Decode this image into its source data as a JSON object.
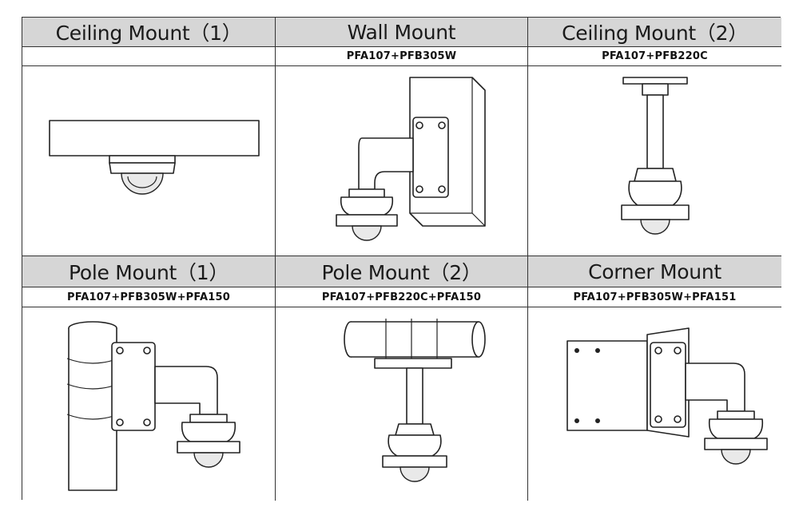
{
  "cells": [
    {
      "title": "Ceiling Mount（1）",
      "model": "",
      "image": "ceiling-mount-1-drawing"
    },
    {
      "title": "Wall Mount",
      "model": "PFA107+PFB305W",
      "image": "wall-mount-drawing"
    },
    {
      "title": "Ceiling Mount（2）",
      "model": "PFA107+PFB220C",
      "image": "ceiling-mount-2-drawing"
    },
    {
      "title": "Pole Mount（1）",
      "model": "PFA107+PFB305W+PFA150",
      "image": "pole-mount-1-drawing"
    },
    {
      "title": "Pole Mount（2）",
      "model": "PFA107+PFB220C+PFA150",
      "image": "pole-mount-2-drawing"
    },
    {
      "title": "Corner Mount",
      "model": "PFA107+PFB305W+PFA151",
      "image": "corner-mount-drawing"
    }
  ]
}
